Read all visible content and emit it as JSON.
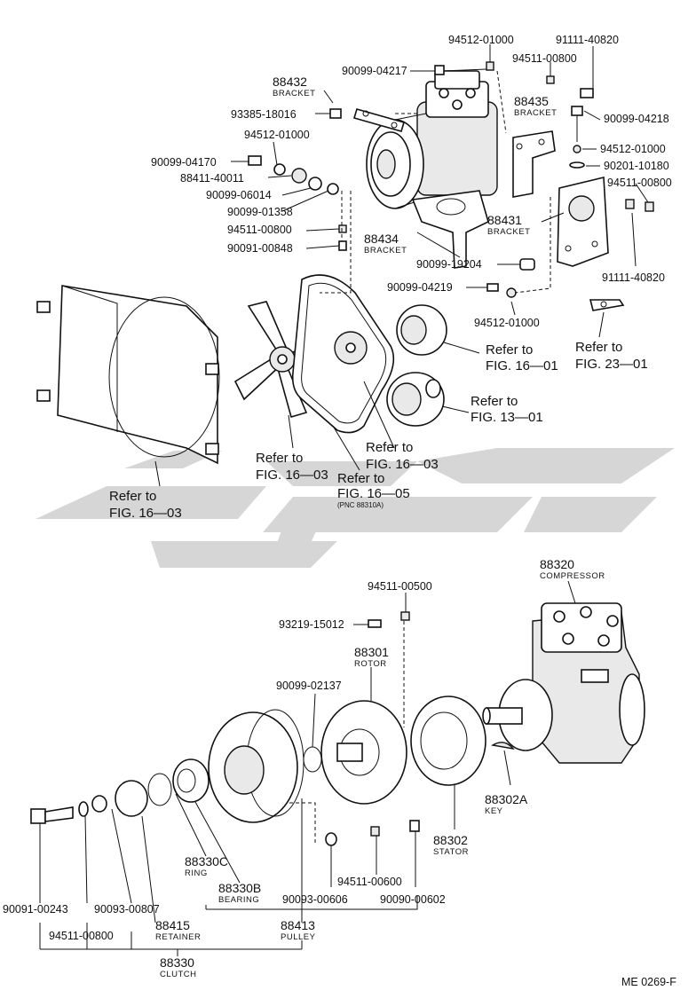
{
  "labels": {
    "p94512_01000_a": "94512-01000",
    "p91111_40820_a": "91111-40820",
    "p90099_04217": "90099-04217",
    "p94511_00800_a": "94511-00800",
    "p88432": "88432",
    "p88432_name": "BRACKET",
    "p88435": "88435",
    "p88435_name": "BRACKET",
    "p93385_18016": "93385-18016",
    "p90099_04218": "90099-04218",
    "p94512_01000_b": "94512-01000",
    "p94512_01000_c": "94512-01000",
    "p90099_04170": "90099-04170",
    "p90201_10180": "90201-10180",
    "p88411_40011": "88411-40011",
    "p94511_00800_b": "94511-00800",
    "p90099_06014": "90099-06014",
    "p90099_01358": "90099-01358",
    "p88431": "88431",
    "p88431_name": "BRACKET",
    "p94511_00800_c": "94511-00800",
    "p88434": "88434",
    "p88434_name": "BRACKET",
    "p90091_00848": "90091-00848",
    "p91111_40820_b": "91111-40820",
    "p90099_19204": "90099-19204",
    "p90099_04219": "90099-04219",
    "p94512_01000_d": "94512-01000",
    "ref_fig_16_01": [
      "Refer to",
      "FIG. 16—01"
    ],
    "ref_fig_23_01": [
      "Refer to",
      "FIG. 23—01"
    ],
    "ref_fig_13_01": [
      "Refer to",
      "FIG. 13—01"
    ],
    "ref_fig_16_03_a": [
      "Refer to",
      "FIG. 16—03"
    ],
    "ref_fig_16_03_b": [
      "Refer to",
      "FIG. 16—03"
    ],
    "ref_fig_16_05": [
      "Refer to",
      "FIG. 16—05"
    ],
    "ref_fig_16_05_pnc": "(PNC 88310A)",
    "ref_fig_16_03_c": [
      "Refer to",
      "FIG. 16—03"
    ],
    "p88320": "88320",
    "p88320_name": "COMPRESSOR",
    "p94511_00500": "94511-00500",
    "p93219_15012": "93219-15012",
    "p88301": "88301",
    "p88301_name": "ROTOR",
    "p90099_02137": "90099-02137",
    "p88302A": "88302A",
    "p88302A_name": "KEY",
    "p88302": "88302",
    "p88302_name": "STATOR",
    "p88330C": "88330C",
    "p88330C_name": "RING",
    "p88330B": "88330B",
    "p88330B_name": "BEARING",
    "p90091_00243": "90091-00243",
    "p90093_00807": "90093-00807",
    "p90093_00606": "90093-00606",
    "p94511_00600": "94511-00600",
    "p90090_00602": "90090-00602",
    "p94511_00800_d": "94511-00800",
    "p88415": "88415",
    "p88415_name": "RETAINER",
    "p88413": "88413",
    "p88413_name": "PULLEY",
    "p88330": "88330",
    "p88330_name": "CLUTCH",
    "drawing_code": "ME 0269-F"
  },
  "colors": {
    "ink": "#111111",
    "watermark": "#cfcfcf",
    "background": "#ffffff"
  }
}
